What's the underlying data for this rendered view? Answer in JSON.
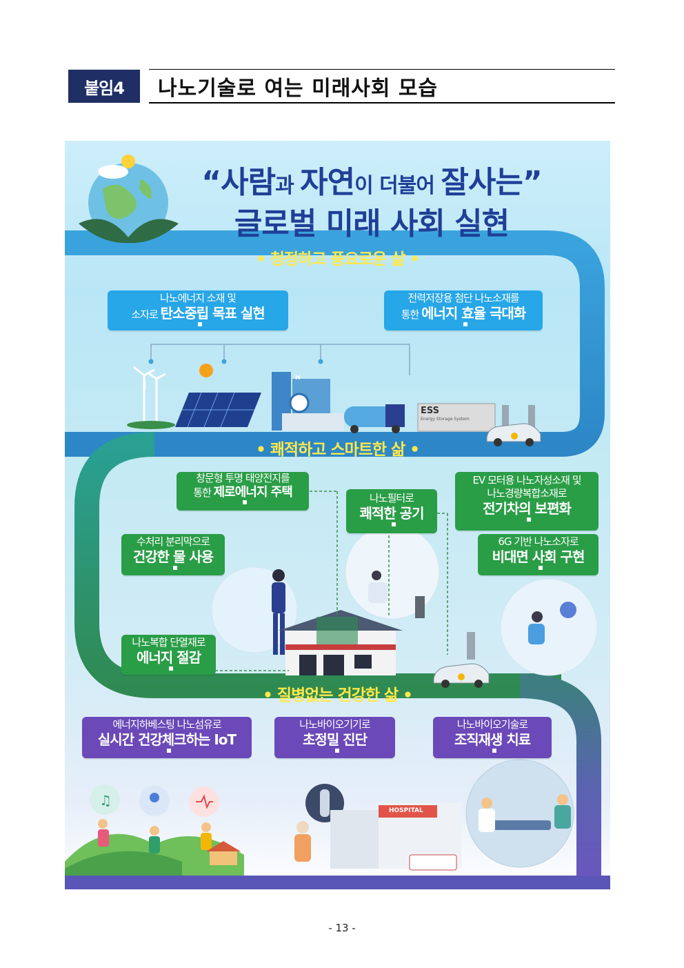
{
  "header": {
    "badge": "붙임4",
    "title": "나노기술로 여는 미래사회 모습"
  },
  "poster": {
    "title_line1_parts": [
      "“사람",
      "과 ",
      "자연",
      "이 더불어 ",
      "잘사는”"
    ],
    "title_line2": "글로벌 미래 사회 실현",
    "bands": [
      "•  청정하고 풍요로운 삶  •",
      "•  쾌적하고 스마트한 삶  •",
      "•  질병없는 건강한 삶  •"
    ],
    "bubbles": {
      "nano_energy": {
        "small": "나노에너지 소재 및",
        "prefix": "소자로 ",
        "bold": "탄소중립 목표 실현"
      },
      "power_storage": {
        "small": "전력저장용 첨단 나노소재를",
        "prefix": "통한 ",
        "bold": "에너지 효율 극대화"
      },
      "solar_window": {
        "small": "창문형 투명 태양전지를",
        "prefix": "통한 ",
        "bold": "제로에너지 주택"
      },
      "nano_filter": {
        "small": "나노필터로",
        "bold": "쾌적한 공기"
      },
      "ev_motor": {
        "small1": "EV 모터용 나노자성소재 및",
        "small2": "나노경량복합소재로",
        "bold": "전기차의 보편화"
      },
      "water": {
        "small": "수처리 분리막으로",
        "bold": "건강한 물 사용"
      },
      "sixg": {
        "small": "6G 기반 나노소자로",
        "bold": "비대면 사회 구현"
      },
      "insulation": {
        "small": "나노복합 단열재로",
        "bold": "에너지 절감"
      },
      "iot": {
        "small": "에너지하베스팅 나노섬유로",
        "bold": "실시간 건강체크하는 IoT"
      },
      "diagnosis": {
        "small": "나노바이오기기로",
        "bold": "초정밀 진단"
      },
      "tissue": {
        "small": "나노바이오기술로",
        "bold": "조직재생 치료"
      }
    },
    "labels": {
      "ess": "ESS",
      "ess_sub": "Energy Storage System",
      "hospital": "HOSPITAL",
      "h_sign": "H"
    }
  },
  "page_number": "- 13 -",
  "colors": {
    "badge": "#1f2f66",
    "title_blue": "#1f3f97",
    "band_yellow": "#ffe94a",
    "bubble_blue": "#27a6e8",
    "bubble_green": "#2a9d47",
    "bubble_purple": "#6b49b8"
  }
}
